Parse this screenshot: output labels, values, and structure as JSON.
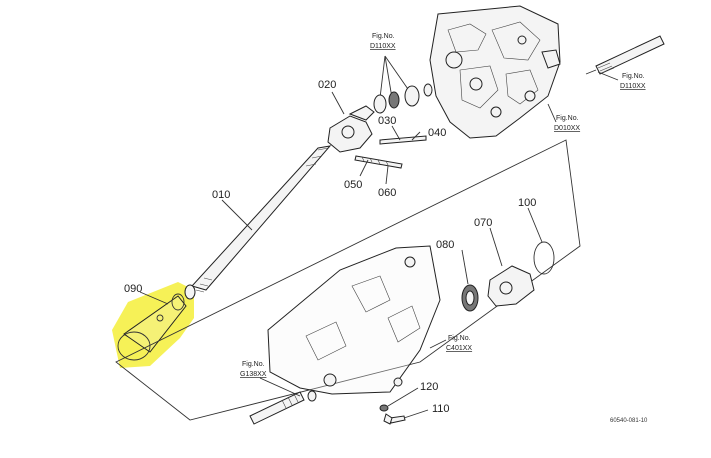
{
  "parts": [
    {
      "id": "p010",
      "label": "010"
    },
    {
      "id": "p020",
      "label": "020"
    },
    {
      "id": "p030",
      "label": "030"
    },
    {
      "id": "p040",
      "label": "040"
    },
    {
      "id": "p050",
      "label": "050"
    },
    {
      "id": "p060",
      "label": "060"
    },
    {
      "id": "p070",
      "label": "070"
    },
    {
      "id": "p080",
      "label": "080"
    },
    {
      "id": "p090",
      "label": "090"
    },
    {
      "id": "p100",
      "label": "100"
    },
    {
      "id": "p110",
      "label": "110"
    },
    {
      "id": "p120",
      "label": "120"
    }
  ],
  "figrefs": [
    {
      "title": "Fig.No.",
      "code": "D110XX"
    },
    {
      "title": "Fig.No.",
      "code": "D110XX"
    },
    {
      "title": "Fig.No.",
      "code": "D010XX"
    },
    {
      "title": "Fig.No.",
      "code": "C401XX"
    },
    {
      "title": "Fig.No.",
      "code": "G138XX"
    }
  ],
  "diagram_code": "60540-081-10",
  "highlight_color": "#f5ef3a"
}
